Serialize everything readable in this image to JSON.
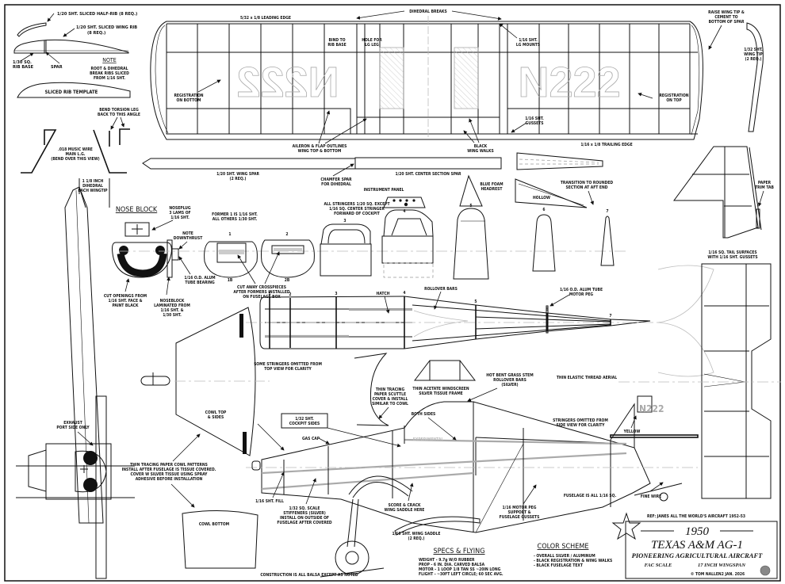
{
  "plan": {
    "border_color": "#111111",
    "registration_color": "#aaaaaa",
    "wing": {
      "leading_edge": "5/32 x 1/8 LEADING EDGE",
      "dihedral_breaks": "DIHEDRAL BREAKS",
      "bind_to_rib_base": [
        "BIND TO",
        "RIB BASE"
      ],
      "hole_for_lg_leg": [
        "HOLE FOR",
        "LG LEG"
      ],
      "lg_mounts": [
        "1/16 SHT.",
        "LG MOUNTS"
      ],
      "raise_wing_tip": [
        "RAISE WING TIP &",
        "CEMENT TO",
        "BOTTOM OF SPAR"
      ],
      "wing_tip": [
        "1/32 SHT.",
        "WING TIP",
        "(2 REQ.)"
      ],
      "registration_bottom": [
        "REGISTRATION",
        "ON BOTTOM"
      ],
      "registration_top": [
        "REGISTRATION",
        "ON TOP"
      ],
      "registration_text": "N222",
      "gussets": [
        "1/16 SHT.",
        "GUSSETS"
      ],
      "aileron_flap": [
        "AILERON & FLAP OUTLINES",
        "WING TOP & BOTTOM"
      ],
      "wing_walks": [
        "BLACK",
        "WING WALKS"
      ],
      "trailing_edge": "1/16 x 1/8 TRAILING EDGE",
      "wing_spar": [
        "1/20 SHT. WING SPAR",
        "(2 REQ.)"
      ],
      "chamfer_spar": [
        "CHAMFER SPAR",
        "FOR DIHEDRAL"
      ],
      "center_spar": "1/20 SHT. CENTER SECTION SPAR"
    },
    "ribs": {
      "half_rib": "1/20 SHT. SLICED HALF-RIB (8 REQ.)",
      "wing_rib": [
        "1/20 SHT. SLICED WING RIB",
        "(8 REQ.)"
      ],
      "rib_base": [
        "1/30 SQ.",
        "RIB BASE"
      ],
      "spar": "SPAR",
      "note_title": "NOTE",
      "note_body": [
        "ROOT & DIHEDRAL",
        "BREAK RIBS SLICED",
        "FROM 1/16 SHT."
      ],
      "template": "SLICED RIB TEMPLATE"
    },
    "landing_gear": {
      "bend_torsion": [
        "BEND TORSION LEG",
        "BACK TO THIS ANGLE"
      ],
      "music_wire": [
        ".018 MUSIC WIRE",
        "MAIN L.G.",
        "(BEND OVER THIS VIEW)"
      ],
      "dihedral": [
        "1 1/8 INCH",
        "DIHEDRAL",
        "EACH WINGTIP"
      ]
    },
    "nose": {
      "title": "NOSE BLOCK",
      "noseplug": [
        "NOSEPLUG",
        "3 LAMS OF",
        "1/16 SHT."
      ],
      "downthrust": [
        "NOTE",
        "DOWNTHRUST"
      ],
      "tube_bearing": [
        "1/16 O.D. ALUM",
        "TUBE BEARING"
      ],
      "cut_openings": [
        "CUT OPENINGS FROM",
        "1/16 SHT. FACE &",
        "PAINT BLACK"
      ],
      "noseblock_lam": [
        "NOSEBLOCK",
        "LAMINATED FROM",
        "1/16 SHT. &",
        "1/30 SHT."
      ]
    },
    "formers": {
      "former_note": [
        "FORMER 1 IS 1/16 SHT.",
        "ALL OTHERS 1/30 SHT."
      ],
      "stringers_note": [
        "ALL STRINGERS 1/20 SQ. EXCEPT",
        "1/16 SQ. CENTER STRINGER",
        "FORWARD OF COCKPIT"
      ],
      "instrument_panel": "INSTRUMENT PANEL",
      "headrest": [
        "BLUE FOAM",
        "HEADREST"
      ],
      "transition": [
        "TRANSITION TO ROUNDED",
        "SECTION AT AFT END"
      ],
      "hollow": "HOLLOW",
      "cut_away": [
        "CUT AWAY CROSSPIECES",
        "AFTER FORMERS INSTALLED",
        "ON FUSELAGE BOX"
      ],
      "numbers": [
        "1",
        "2",
        "3",
        "4",
        "5",
        "6",
        "7",
        "1B",
        "2B"
      ]
    },
    "top_view": {
      "hatch": "HATCH",
      "rollover": "ROLLOVER BARS",
      "motor_peg": [
        "1/16 O.D. ALUM TUBE",
        "MOTOR PEG"
      ],
      "stringers_omitted": [
        "SOME STRINGERS OMITTED FROM",
        "TOP VIEW FOR CLARITY"
      ]
    },
    "tail": {
      "trim_tab": [
        "PAPER",
        "TRIM TAB"
      ],
      "tail_surfaces": [
        "1/16 SQ. TAIL SURFACES",
        "WITH 1/16 SHT. GUSSETS"
      ]
    },
    "cowl": {
      "top_sides": [
        "COWL TOP",
        "& SIDES"
      ],
      "bottom": "COWL BOTTOM",
      "exhaust": [
        "EXHAUST",
        "PORT SIDE ONLY"
      ],
      "patterns": [
        "THIN TRACING PAPER COWL PATTERNS",
        "INSTALL AFTER FUSELAGE IS TISSUE COVERED.",
        "COVER W SILVER TISSUE USING SPRAY",
        "ADHESIVE BEFORE INSTALLATION"
      ]
    },
    "side_view": {
      "windscreen": [
        "THIN ACETATE WINDSCREEN",
        "SILVER TISSUE FRAME"
      ],
      "rollover_bars": [
        "HOT BENT GRASS STEM",
        "ROLLOVER BARS",
        "(SILVER)"
      ],
      "aerial": "THIN ELASTIC THREAD AERIAL",
      "scuttle": [
        "THIN TRACING",
        "PAPER SCUTTLE",
        "COVER & INSTALL",
        "SIMILAR TO COWL"
      ],
      "both_sides": "BOTH SIDES",
      "cockpit_sides": [
        "1/32 SHT.",
        "COCKPIT SIDES"
      ],
      "gas_cap": "GAS CAP",
      "stringers_omitted": [
        "STRINGERS OMITTED FROM",
        "SIDE VIEW FOR CLARITY"
      ],
      "yellow": "YELLOW",
      "fill": "1/16 SHT. FILL",
      "stiffeners": [
        "1/32 SQ. SCALE",
        "STIFFENERS (SILVER)",
        "INSTALL ON OUTSIDE OF",
        "FUSELAGE AFTER COVERED"
      ],
      "wing_saddle_score": [
        "SCORE & CRACK",
        "WING SADDLE HERE"
      ],
      "motor_peg_support": [
        "1/16 MOTOR PEG",
        "SUPPORT &",
        "FUSELAGE GUSSETS"
      ],
      "fuselage_all": "FUSELAGE IS ALL 1/16 SQ.",
      "fine_wire": "FINE WIRE",
      "wing_saddle": [
        "1/16 SHT. WING SADDLE",
        "(2 REQ.)"
      ],
      "fuse_text": "EXPERIMENTAL"
    },
    "specs": {
      "title": "SPECS & FLYING",
      "lines": [
        "WEIGHT  -  9.7g W/O RUBBER",
        "PROP   -  6 IN. DIA. CARVED BALSA",
        "MOTOR  -  1 LOOP 1/8 TAN SS ~20IN LONG",
        "FLIGHT  -  ~30FT LEFT CIRCLE; 60 SEC AVG."
      ],
      "construction": "CONSTRUCTION IS ALL BALSA EXCEPT AS NOTED"
    },
    "color_scheme": {
      "title": "COLOR SCHEME",
      "lines": [
        "-  OVERALL SILVER / ALUMINUM",
        "-  BLACK REGISTRATION & WING WALKS",
        "-  BLACK FUSELAGE TEXT"
      ]
    },
    "title_block": {
      "reference": "REF: JANES ALL THE WORLD'S AIRCRAFT 1952-53",
      "year": "1950",
      "aircraft": "TEXAS A&M AG-1",
      "subtitle": "PIONEERING AGRICULTURAL AIRCRAFT",
      "scale": "FAC SCALE",
      "wingspan": "17 INCH WINGSPAN",
      "author": "© TOM NALLEN2   JAN. 2026"
    }
  }
}
